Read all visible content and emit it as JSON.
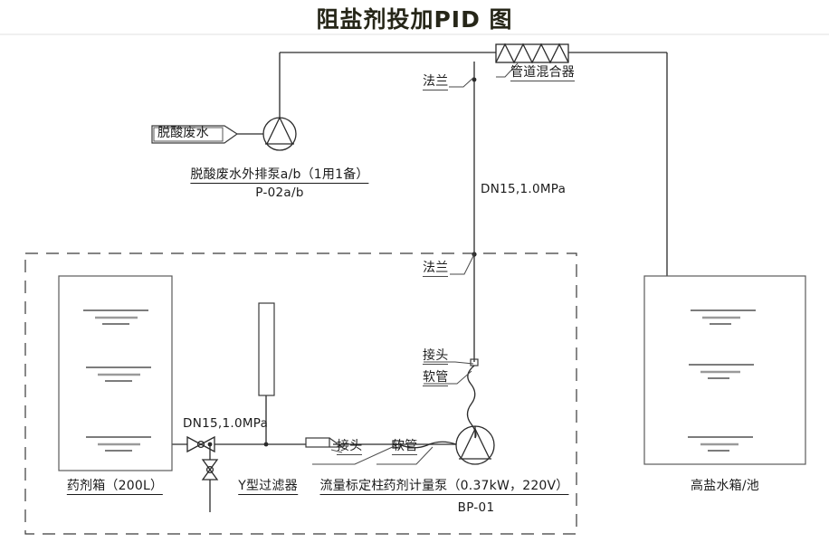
{
  "title": "阻盐剂投加PID 图",
  "colors": {
    "line": "#2a2a2a",
    "line_light": "#555555",
    "tank_outline": "#5a5a5a",
    "level_gray": "#8d8d8d",
    "text": "#1b1b1b",
    "title": "#262618",
    "background": "#ffffff"
  },
  "chart_data": {
    "type": "diagram",
    "title": "阻盐剂投加PID 图",
    "subtype": "P&ID piping and instrumentation diagram"
  },
  "equipment": {
    "source_tag": {
      "label": "脱酸废水",
      "name": "deacidified-wastewater-source"
    },
    "discharge_pump": {
      "symbol": "centrifugal-pump",
      "label": "脱酸废水外排泵a/b（1用1备）",
      "tag": "P-02a/b"
    },
    "static_mixer": {
      "label": "管道混合器",
      "symbol": "static-mixer"
    },
    "flange_upper": {
      "label": "法兰"
    },
    "flange_lower": {
      "label": "法兰"
    },
    "chemical_tank": {
      "label": "药剂箱（200L）"
    },
    "y_strainer": {
      "label": "Y型过滤器"
    },
    "calibration_column": {
      "label": "流量标定柱"
    },
    "metering_pump": {
      "label": "药剂计量泵（0.37kW，220V）",
      "tag": "BP-01",
      "symbol": "metering-pump"
    },
    "brine_tank": {
      "label": "高盐水箱/池"
    }
  },
  "pipes": {
    "dosing_line_upper": "DN15,1.0MPa",
    "dosing_line_lower": "DN15,1.0MPa"
  },
  "fittings": {
    "joint_upper": "接头",
    "hose_upper": "软管",
    "joint_lower": "接头",
    "hose_lower": "软管"
  }
}
